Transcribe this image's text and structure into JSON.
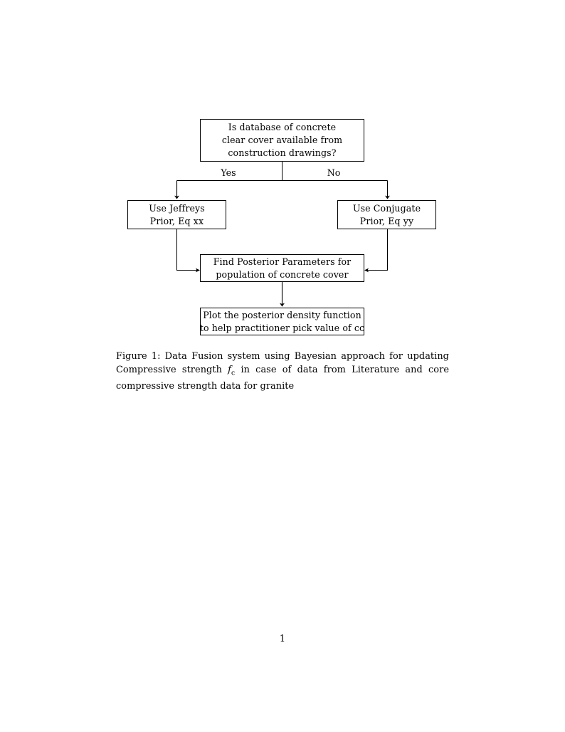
{
  "document": {
    "page_number": "1",
    "background_color": "#ffffff",
    "text_color": "#000000"
  },
  "figure": {
    "nodes": [
      {
        "id": "question",
        "name": "decision-node",
        "lines": [
          "Is database of concrete",
          "clear cover available from",
          "construction drawings?"
        ]
      },
      {
        "id": "jeffreys",
        "name": "jeffreys-prior-node",
        "lines": [
          "Use Jeffreys",
          "Prior, Eq xx"
        ]
      },
      {
        "id": "conjugate",
        "name": "conjugate-prior-node",
        "lines": [
          "Use Conjugate",
          "Prior, Eq yy"
        ]
      },
      {
        "id": "posterior",
        "name": "posterior-parameters-node",
        "lines": [
          "Find Posterior Parameters for",
          "population of concrete cover"
        ]
      },
      {
        "id": "plot",
        "name": "plot-density-node",
        "lines": [
          "Plot the posterior density function",
          "to help practitioner pick value of cc"
        ]
      }
    ],
    "edge_labels": {
      "yes": "Yes",
      "no": "No"
    },
    "stroke_color": "#000000"
  },
  "caption": {
    "label": "Figure 1:",
    "text_before_math": " Data Fusion system using Bayesian approach for updating Compressive strength ",
    "math_base": "f",
    "math_sub": "c",
    "text_after_math": " in case of data from Literature and core compressive strength data for granite"
  }
}
